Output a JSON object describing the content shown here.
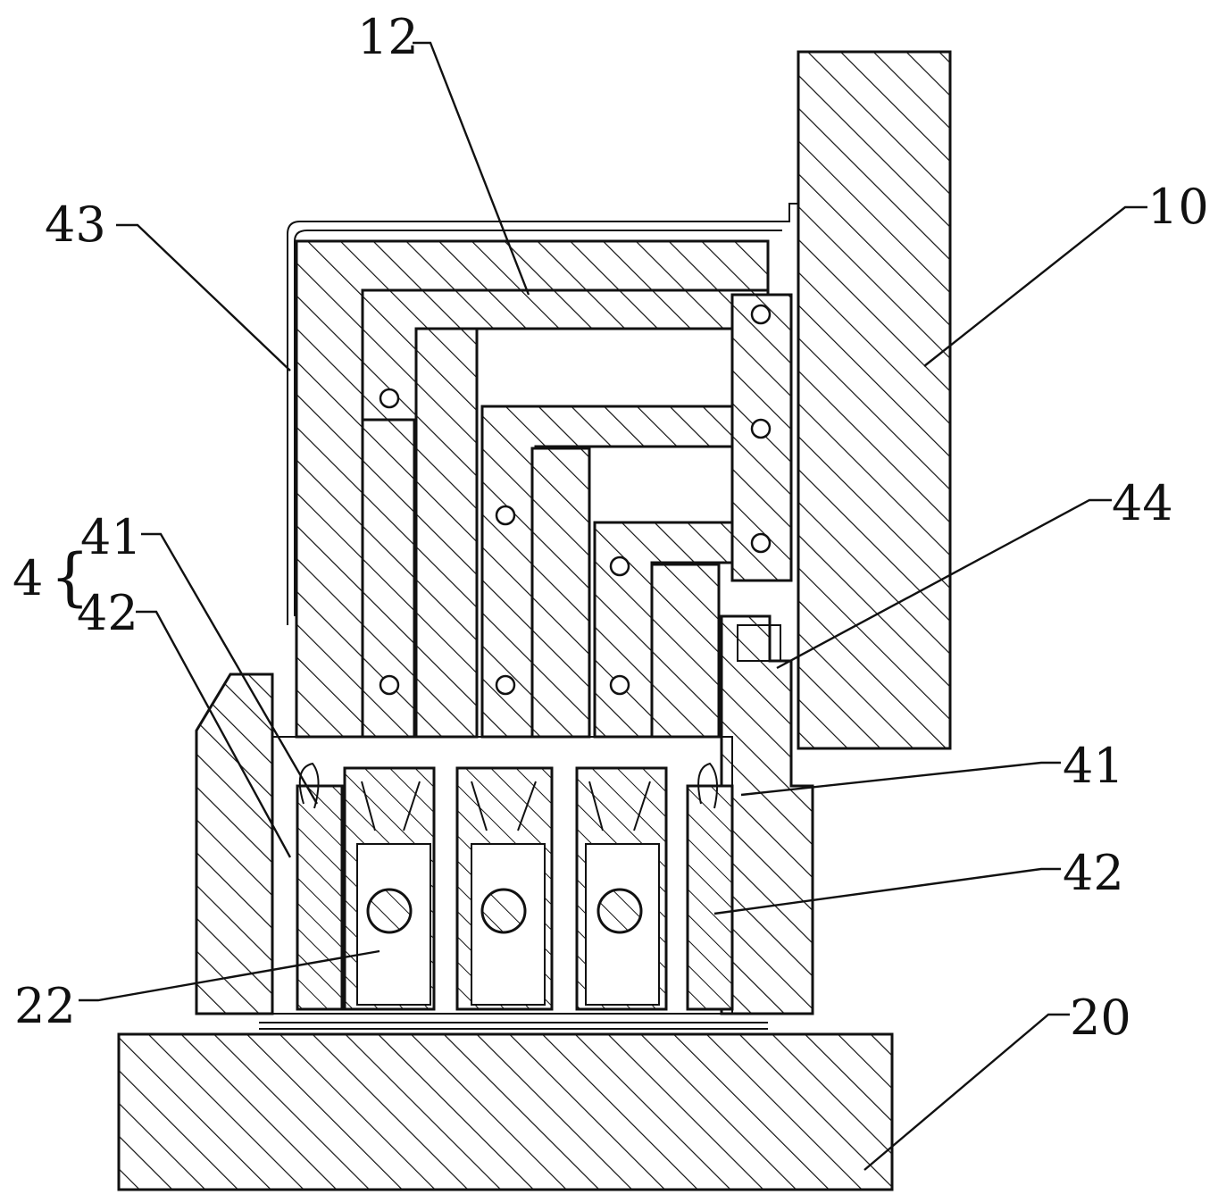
{
  "figure": {
    "labels": {
      "l12": "12",
      "l43": "43",
      "l10": "10",
      "l44": "44",
      "l4": "4",
      "l41_left": "41",
      "l42_left": "42",
      "l41_right": "41",
      "l42_right": "42",
      "l22": "22",
      "l20": "20"
    },
    "colors": {
      "line": "#111111",
      "background": "#ffffff"
    }
  }
}
